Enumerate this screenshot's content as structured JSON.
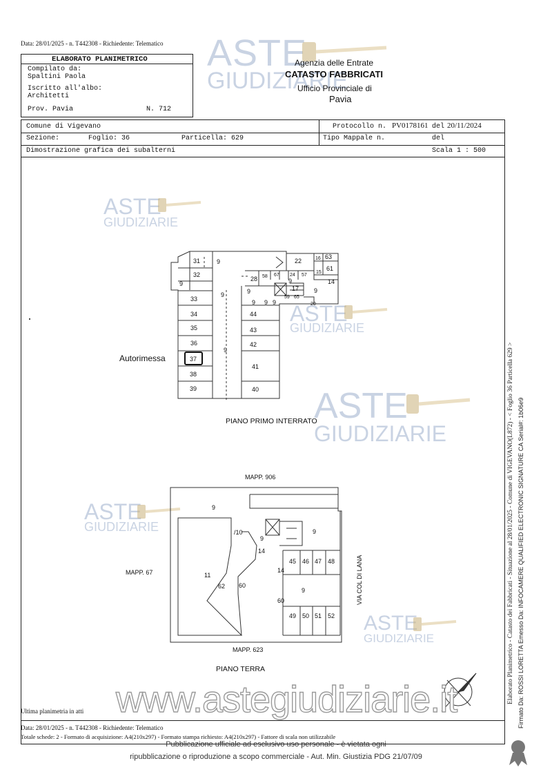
{
  "top_line": "Data: 28/01/2025 - n. T442308 - Richiedente: Telematico",
  "header": {
    "title": "ELABORATO PLANIMETRICO",
    "compilato_label": "Compilato da:",
    "compilato_name": "Spaltini Paola",
    "iscritto_label": "Iscritto all'albo:",
    "iscritto_value": "Architetti",
    "prov": "Prov. Pavia",
    "numero": "N. 712",
    "agency": "Agenzia delle Entrate",
    "catasto": "CATASTO FABBRICATI",
    "ufficio": "Ufficio Provinciale di",
    "city": "Pavia"
  },
  "info": {
    "comune": "Comune di Vigevano",
    "protocollo_label": "Protocollo n.",
    "protocollo_value": "PV0178161",
    "del_label": "del",
    "del_value": "20/11/2024",
    "sezione_label": "Sezione:",
    "foglio": "Foglio: 36",
    "particella": "Particella: 629",
    "tipo_mappale": "Tipo Mappale n.",
    "del2": "del",
    "dimostrazione": "Dimostrazione grafica dei subalterni",
    "scala": "Scala 1 : 500"
  },
  "watermarks": {
    "aste": "ASTE",
    "giudiziarie": "GIUDIZIARIE",
    "site": "www.astegiudiziarie.it"
  },
  "plan_upper": {
    "caption": "PIANO PRIMO INTERRATO",
    "autorimessa": "Autorimessa",
    "labels": [
      "31",
      "9",
      "32",
      "9",
      "22",
      "16",
      "63",
      "61",
      "15",
      "14",
      "28",
      "58",
      "67",
      "24",
      "57",
      "9",
      "17",
      "9",
      "9",
      "59",
      "65",
      "20",
      "9",
      "33",
      "9",
      "9",
      "9",
      "34",
      "44",
      "35",
      "43",
      "36",
      "42",
      "9",
      "37",
      "41",
      "38",
      "39",
      "40"
    ]
  },
  "plan_lower": {
    "caption": "PIANO TERRA",
    "mapp_top": "MAPP. 906",
    "mapp_left": "MAPP. 67",
    "mapp_bottom": "MAPP. 623",
    "via": "VIA COL DI LANA",
    "labels": [
      "9",
      "/10",
      "9",
      "9",
      "14",
      "14",
      "11",
      "62",
      "60",
      "45",
      "46",
      "47",
      "48",
      "9",
      "60",
      "49",
      "50",
      "51",
      "52"
    ]
  },
  "footer": {
    "ultima": "Ultima planimetria in atti",
    "data": "Data: 28/01/2025 - n. T442308 - Richiedente: Telematico",
    "totale": "Totale schede: 2 - Formato di acquisizione: A4(210x297)  - Formato stampa richiesto: A4(210x297) - Fattore di scala non utilizzabile",
    "pub1": "Pubblicazione ufficiale ad esclusivo uso personale - è vietata ogni",
    "pub2": "ripubblicazione o riproduzione a scopo commerciale - Aut. Min. Giustizia PDG 21/07/09"
  },
  "side": {
    "line1": "Elaborato Planimetrico - Catasto dei Fabbricati - Situazione al 28/01/2025 - Comune di VIGEVANO(L872) - < Foglio 36 Particella 629 >",
    "line2": "Firmato Da: ROSSI LORETTA Emesso Da: INFOCAMERE QUALIFIED ELECTRONIC SIGNATURE CA Serial#: 1b06e9"
  }
}
